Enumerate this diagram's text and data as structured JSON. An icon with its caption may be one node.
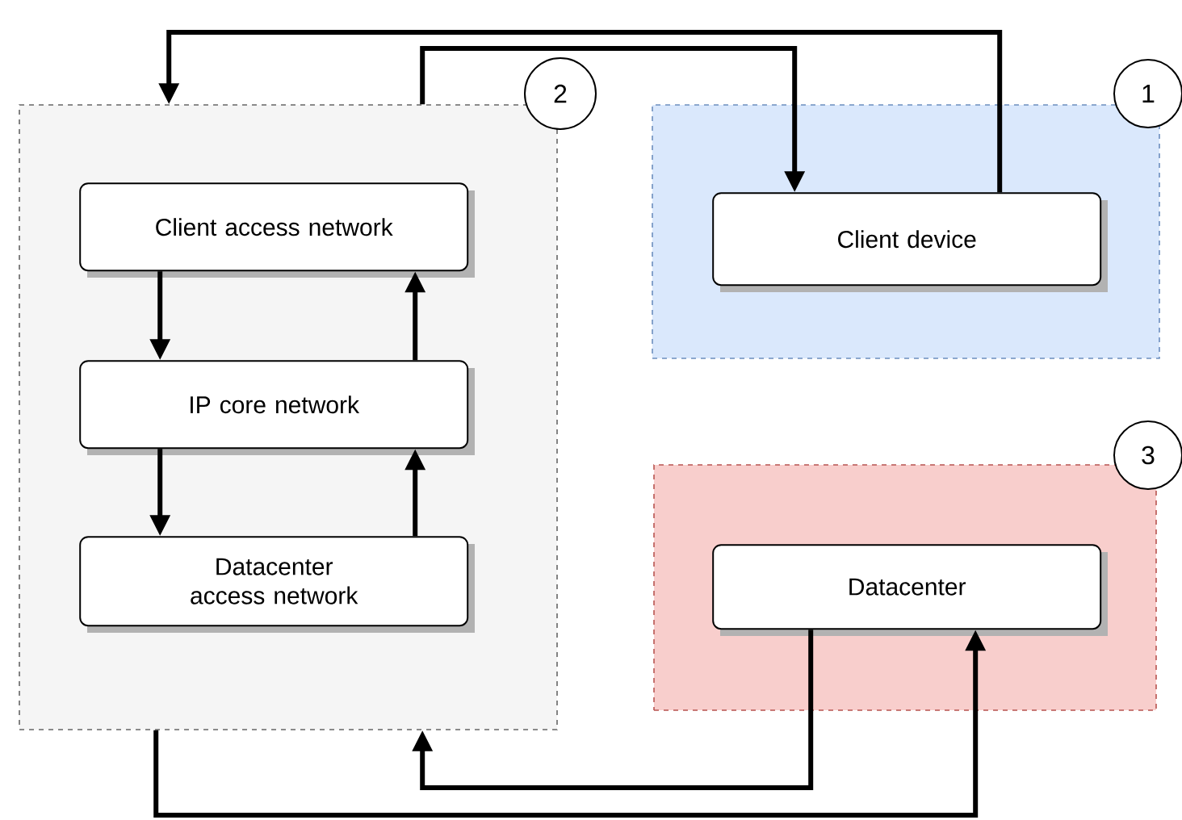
{
  "diagram": {
    "nodes": [
      {
        "text": [],
        "shape": "box"
      },
      {
        "text": [
          "Client access network"
        ],
        "in": 0
      },
      {
        "text": [
          "IP core network"
        ],
        "in": 0
      },
      {
        "text": [
          "Datacenter access network"
        ],
        "in": 0
      },
      {
        "text": [
          "2"
        ]
      },
      {
        "text": [],
        "shape": "box"
      },
      {
        "text": [
          "Client device"
        ],
        "in": 5
      },
      {
        "text": [
          "1"
        ]
      },
      {
        "text": [],
        "shape": "box"
      },
      {
        "text": [
          "Datacenter"
        ],
        "in": 8
      },
      {
        "text": [
          "3"
        ]
      }
    ],
    "edges": [
      {
        "from": 6,
        "to": 0,
        "arrow": "to"
      },
      {
        "from": 0,
        "to": 6,
        "arrow": "to"
      },
      {
        "from": 1,
        "to": 2,
        "arrow": "to"
      },
      {
        "from": 2,
        "to": 1,
        "arrow": "to"
      },
      {
        "from": 2,
        "to": 3,
        "arrow": "to"
      },
      {
        "from": 3,
        "to": 2,
        "arrow": "to"
      },
      {
        "from": 9,
        "to": 0,
        "arrow": "to"
      },
      {
        "from": 0,
        "to": 9,
        "arrow": "to"
      }
    ]
  }
}
